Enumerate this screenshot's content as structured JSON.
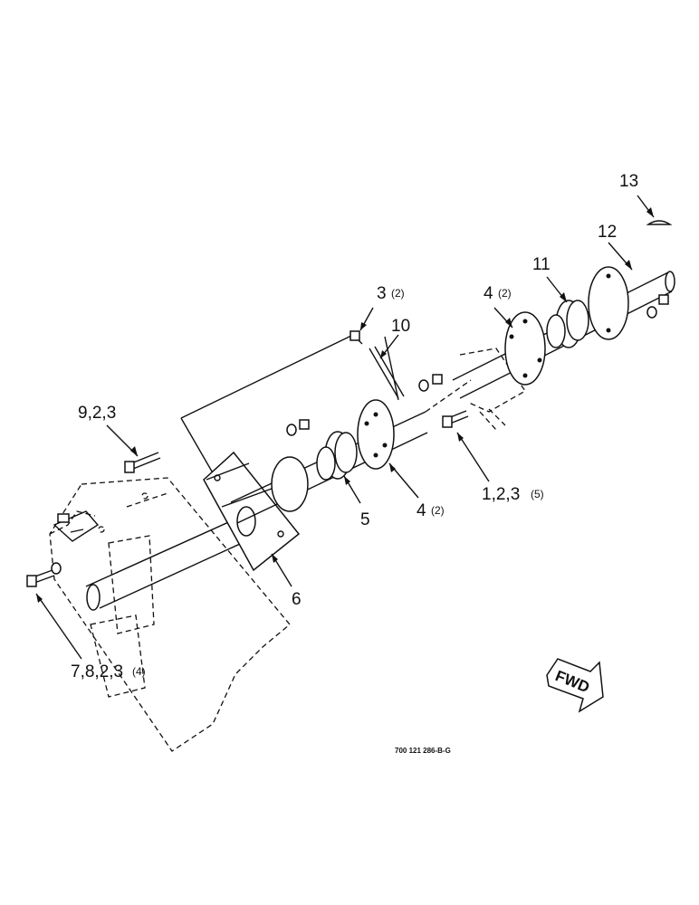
{
  "callouts": [
    {
      "id": "13",
      "text": "13",
      "qty": ""
    },
    {
      "id": "12",
      "text": "12",
      "qty": ""
    },
    {
      "id": "11",
      "text": "11",
      "qty": ""
    },
    {
      "id": "4-upper",
      "text": "4",
      "qty": "(2)"
    },
    {
      "id": "3",
      "text": "3",
      "qty": "(2)"
    },
    {
      "id": "10",
      "text": "10",
      "qty": ""
    },
    {
      "id": "9-2-3",
      "text": "9,2,3",
      "qty": ""
    },
    {
      "id": "1-2-3",
      "text": "1,2,3",
      "qty": "(5)"
    },
    {
      "id": "5",
      "text": "5",
      "qty": ""
    },
    {
      "id": "4-lower",
      "text": "4",
      "qty": "(2)"
    },
    {
      "id": "6",
      "text": "6",
      "qty": ""
    },
    {
      "id": "7-8-2-3",
      "text": "7,8,2,3",
      "qty": "(4)"
    }
  ],
  "direction_badge": "FWD",
  "drawing_ref": "700 121 286-B-G"
}
